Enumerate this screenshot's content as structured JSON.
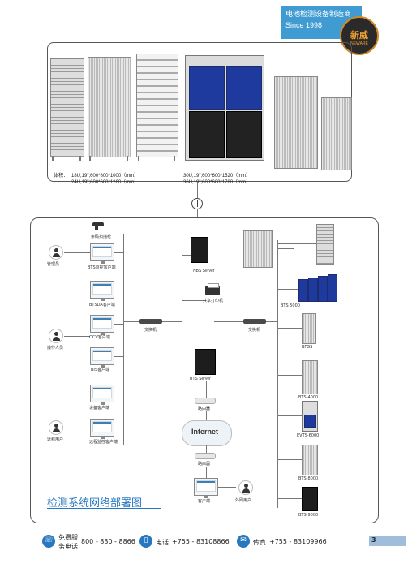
{
  "banner": {
    "line1": "电池检测设备制造商",
    "line2": "Since 1998"
  },
  "logo": {
    "cn": "新威",
    "en": "NEWARE"
  },
  "specs": {
    "label": "体积：",
    "l1": "18U,19\";600*800*1000（mm）",
    "l2": "24U,19\";600*600*1260（mm）",
    "r1": "30U,19\";600*600*1520（mm）",
    "r2": "36U,19\";600*600*1780（mm）"
  },
  "network": {
    "scanner": "条码扫描枪",
    "manager": "管理员",
    "clients": [
      "BTS监控客户端",
      "BTSDA客户端",
      "OCV客户端",
      "BIS客户端",
      "设备客户端",
      "远程监控客户端"
    ],
    "operator": "操作人员",
    "remote_user": "远程用户",
    "nbs_server": "NBS Server",
    "printer": "共享打印机",
    "bts_server": "BTS Server",
    "switch_left": "交换机",
    "switch_right": "交换机",
    "router_top": "路由器",
    "internet": "Internet",
    "router_bottom": "路由器",
    "client_pc": "客户端",
    "external_user": "外网用户",
    "devices": [
      "BTS 5000",
      "BFGS",
      "BTS-4000",
      "EVTS-6000",
      "BTS-8000",
      "BTS-9000"
    ]
  },
  "title": "检测系统网络部署图",
  "footer": {
    "free_label_1": "免费服",
    "free_label_2": "务电话",
    "free_number": "800 - 830 - 8866",
    "phone_label": "电话",
    "phone_number": "+755 - 83108866",
    "fax_label": "传真",
    "fax_number": "+755 - 83109966",
    "page": "3"
  },
  "colors": {
    "accent": "#2878c0",
    "banner": "#3f9bd2",
    "cabinet_blue": "#1f3a9e",
    "logo_gold": "#f0a030"
  }
}
